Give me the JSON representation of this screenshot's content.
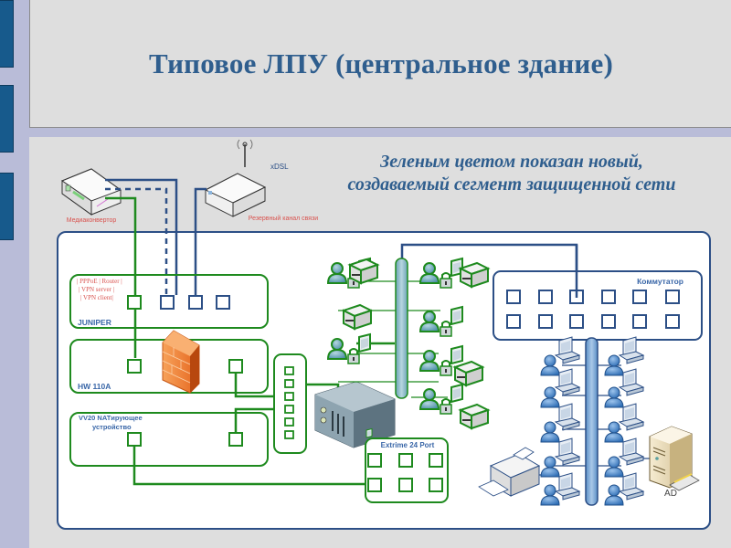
{
  "slide": {
    "title": "Типовое ЛПУ (центральное здание)",
    "subtitle_line1": "Зеленым цветом показан новый,",
    "subtitle_line2": "создаваемый сегмент защищенной сети"
  },
  "colors": {
    "new_segment": "#1e8a1e",
    "existing_segment": "#2c4f86",
    "title": "#2f5e8e",
    "tab": "#175a8c",
    "background": "#b9bcd8",
    "panel": "#dedede",
    "device_label_red": "#d9534f"
  },
  "external_devices": {
    "router_label": "Медиаконвертор",
    "modem_label": "Резервный канал связи",
    "xdsl_label": "xDSL"
  },
  "devices": {
    "juniper": {
      "name": "JUNIPER",
      "modes_line1": "| PPPoE | Router |",
      "modes_line2": "| VPN server |",
      "modes_line3": "| VPN client|"
    },
    "hw110a": {
      "name": "HW 110A"
    },
    "vv20": {
      "name_line1": "VV20 NATирующее",
      "name_line2": "устройство"
    },
    "extreme": {
      "name": "Extrime 24 Port"
    },
    "switch": {
      "name": "Коммутатор"
    },
    "server": {
      "label": "AD"
    }
  },
  "icons": {
    "router": "network-router-icon",
    "modem": "wireless-modem-icon",
    "firewall": "firewall-icon",
    "server_rack": "rack-server-icon",
    "workstation": "workstation-icon",
    "user": "user-icon",
    "lock": "lock-icon",
    "printer": "printer-icon",
    "ad_server": "tower-server-icon",
    "backbone": "network-backbone-icon"
  }
}
